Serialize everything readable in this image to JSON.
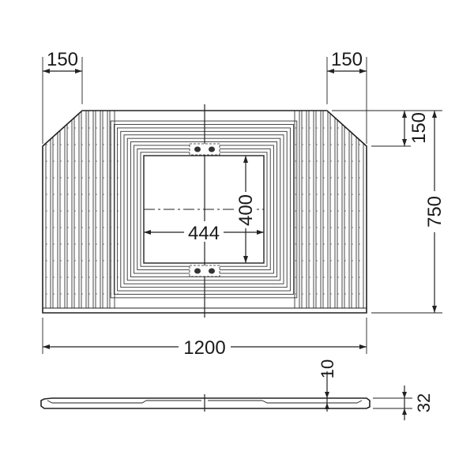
{
  "dimensions": {
    "left_chamfer": "150",
    "right_chamfer": "150",
    "chamfer_height": "150",
    "total_height": "750",
    "opening_height": "400",
    "opening_width": "444",
    "total_width": "1200",
    "groove_depth": "10",
    "thickness": "32"
  }
}
